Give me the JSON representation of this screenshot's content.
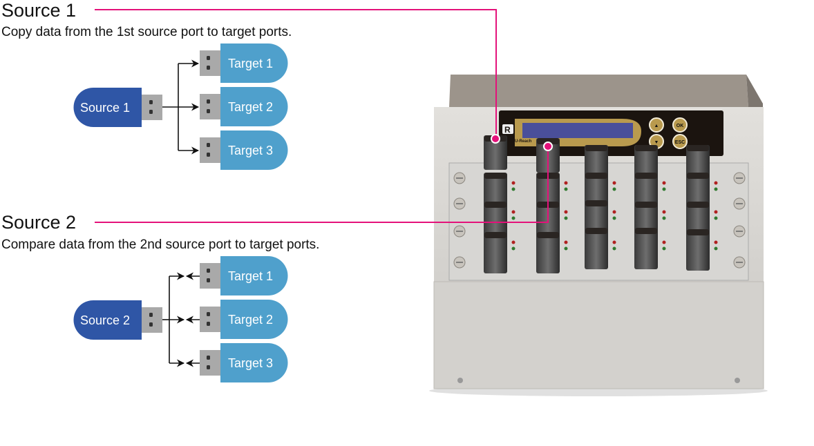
{
  "colors": {
    "source_stick": "#2f56a6",
    "target_stick": "#4fa0cc",
    "plug": "#a9a9a9",
    "callout_line": "#e4117a",
    "device_body": "#d9d7d3",
    "device_top": "#9c948b",
    "lcd": "#4a4f9a",
    "panel_gold": "#b99a4e"
  },
  "modes": [
    {
      "title": "Source 1",
      "description": "Copy data from the 1st source port to target ports.",
      "source_label": "Source 1",
      "targets": [
        "Target 1",
        "Target 2",
        "Target 3"
      ],
      "direction": "copy"
    },
    {
      "title": "Source 2",
      "description": "Compare data from the 2nd source port to target ports.",
      "source_label": "Source 2",
      "targets": [
        "Target 1",
        "Target 2",
        "Target 3"
      ],
      "direction": "compare"
    }
  ],
  "device": {
    "logo_letter": "R",
    "logo_text": "U-Reach",
    "buttons": [
      {
        "name": "up",
        "label": "▲"
      },
      {
        "name": "ok",
        "label": "OK"
      },
      {
        "name": "down",
        "label": "▼"
      },
      {
        "name": "esc",
        "label": "ESC"
      }
    ]
  }
}
